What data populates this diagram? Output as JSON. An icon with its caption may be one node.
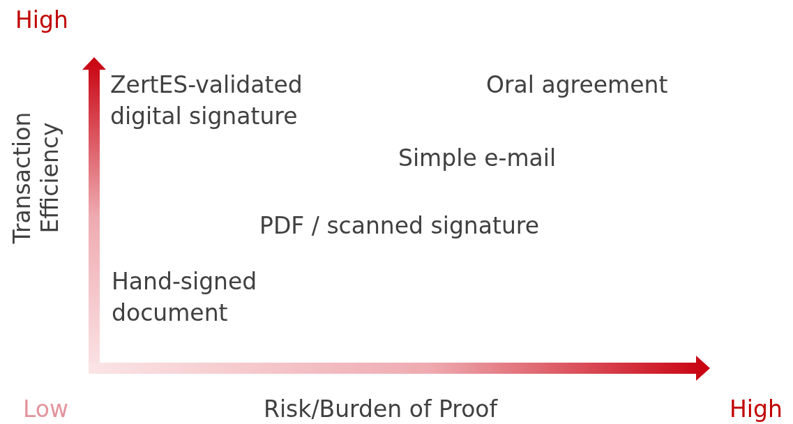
{
  "diagram": {
    "labels": [
      "High",
      "Transaction Efficiency",
      "ZertES-validated digital signature",
      "Oral agreement",
      "Simple e-mail",
      "PDF / scanned signature",
      "Hand-signed document",
      "Low",
      "Risk/Burden of Proof",
      "High"
    ]
  }
}
